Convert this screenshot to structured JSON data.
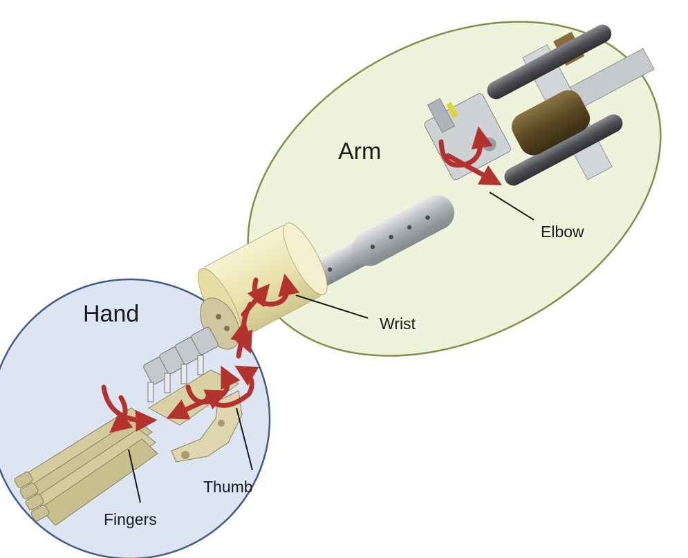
{
  "labels": {
    "arm": "Arm",
    "hand": "Hand",
    "elbow": "Elbow",
    "wrist": "Wrist",
    "thumb": "Thumb",
    "fingers": "Fingers"
  },
  "colors": {
    "arm_region_fill": "#eef3dc",
    "arm_region_stroke": "#7c9146",
    "hand_region_fill": "#dde5f3",
    "hand_region_stroke": "#3f5c86",
    "motion_arrow": "#b3322e",
    "metal": "#b9bcbf",
    "sleeve": "#efe9b8",
    "actuator": "#5a4a2a",
    "finger_plastic": "#d9d1a6"
  }
}
